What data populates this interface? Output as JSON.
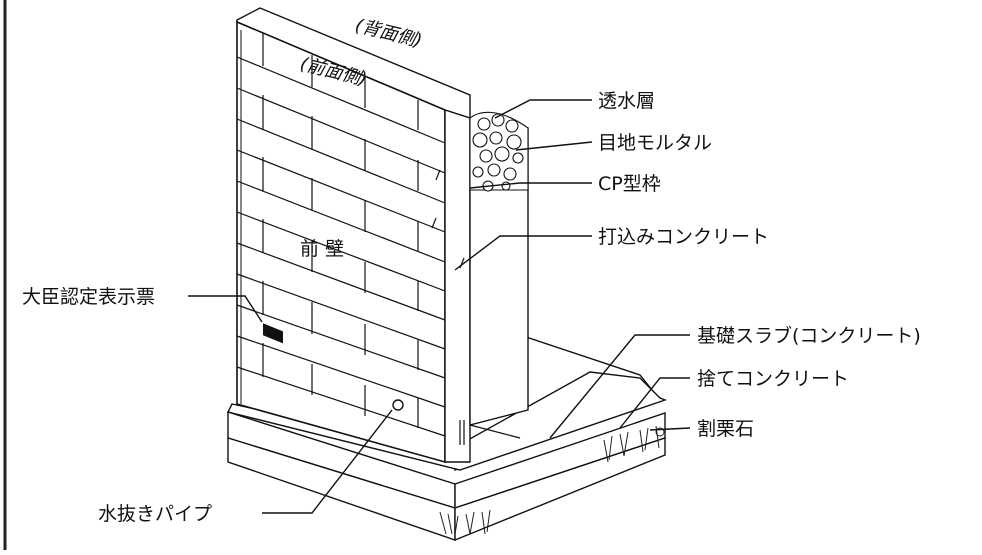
{
  "side_labels": {
    "back": "(背面側)",
    "front": "(前面側)"
  },
  "wall_label": "前 壁",
  "labels": {
    "permeable_layer": "透水層",
    "joint_mortar": "目地モルタル",
    "cp_frame": "CP型枠",
    "cast_concrete": "打込みコンクリート",
    "minister_label": "大臣認定表示票",
    "foundation_slab": "基礎スラブ(コンクリート)",
    "leveling_concrete": "捨てコンクリート",
    "crushed_stone": "割栗石",
    "drain_pipe": "水抜きパイプ"
  }
}
